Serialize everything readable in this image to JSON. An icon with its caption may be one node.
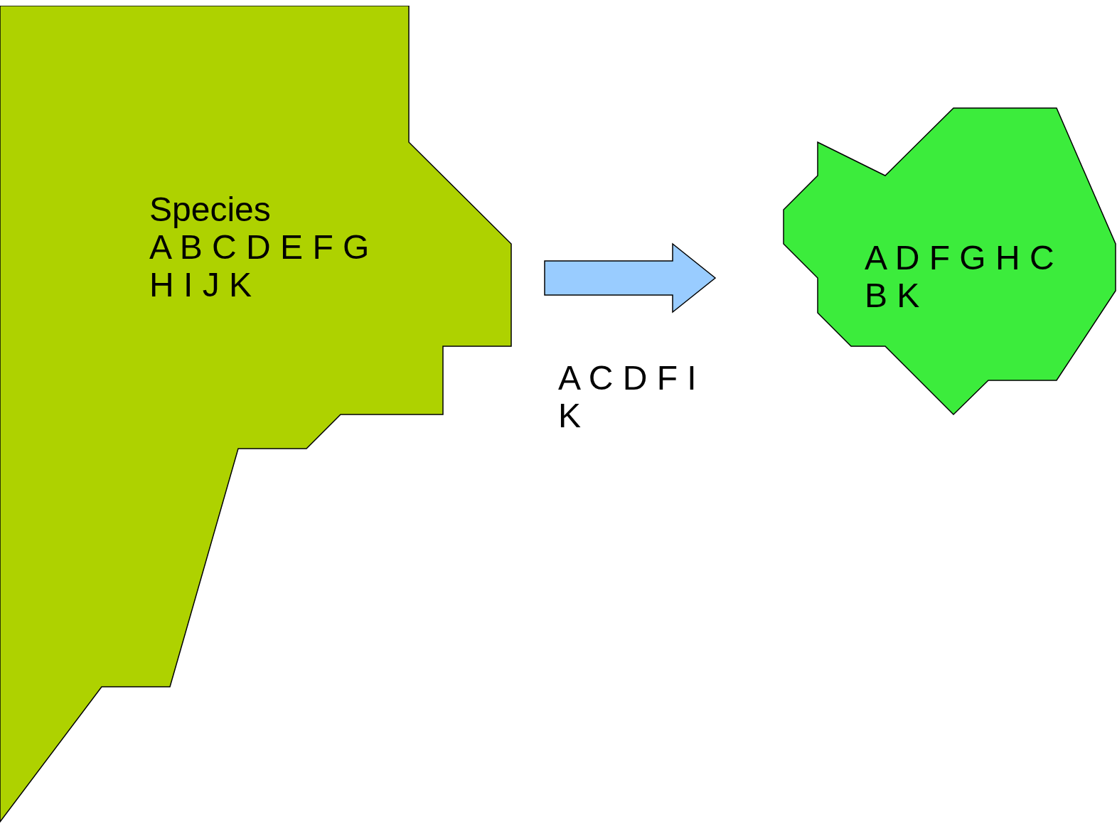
{
  "diagram": {
    "nodes": [
      {
        "text": [
          "Species",
          "A B C D E F G H I J K"
        ]
      },
      {
        "text": [
          "A D F G H C B K"
        ]
      }
    ],
    "edges": [
      {
        "from": 0,
        "to": 1,
        "arrow": "to",
        "label": "A C D F I K"
      }
    ]
  }
}
